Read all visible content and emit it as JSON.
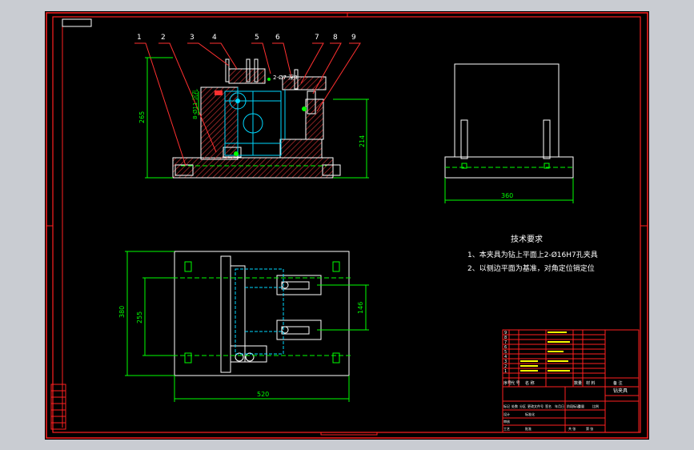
{
  "drawing": {
    "balloons": [
      "1",
      "2",
      "3",
      "4",
      "5",
      "6",
      "7",
      "8",
      "9"
    ],
    "dims": {
      "front_height": "265",
      "front_right_height": "214",
      "side_width": "360",
      "plan_height_outer": "380",
      "plan_height_inner": "255",
      "plan_right_height": "146",
      "plan_width": "520",
      "note_hole": "2-Ø7 深8",
      "note_side": "8-Ø11 沉孔"
    },
    "tech_title": "技术要求",
    "tech_notes": [
      "1、本夹具为钻上平面上2-Ø16H7孔夹具",
      "2、以侧边平面为基准，对角定位销定位"
    ]
  },
  "title_block": {
    "rows": [
      "9",
      "8",
      "7",
      "6",
      "5",
      "4",
      "3",
      "2",
      "1"
    ],
    "header_cells": [
      "序号",
      "代 号",
      "名 称",
      "数量",
      "材 料",
      "备 注"
    ],
    "bottom_cells": [
      "标记",
      "处数",
      "分区",
      "更改文件号",
      "签名",
      "年月日",
      "设计",
      "标准化",
      "阶段标记",
      "重量",
      "比例",
      "审核",
      "工艺",
      "批准",
      "共 张",
      "第 张"
    ],
    "part_name": "钻夹具"
  },
  "colors": {
    "background": "#000000",
    "border": "#ff2020",
    "geometry": "#ffffff",
    "hidden": "#00d8ff",
    "dimension": "#00ff00",
    "leader": "#ff3030",
    "hatch": "#c03030",
    "yellow": "#ffff00"
  }
}
